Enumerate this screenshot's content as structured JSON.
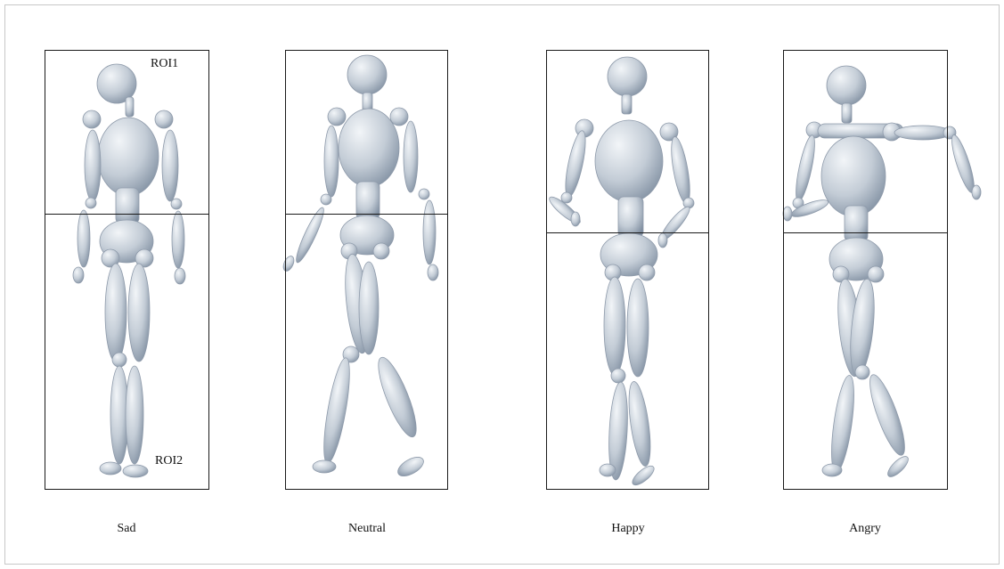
{
  "panels": [
    {
      "emotion": "Sad",
      "roi_top_label": "ROI1",
      "roi_bottom_label": "ROI2"
    },
    {
      "emotion": "Neutral"
    },
    {
      "emotion": "Happy"
    },
    {
      "emotion": "Angry"
    }
  ],
  "colors": {
    "figure": "#c3ccd6",
    "figure_dark": "#7f8ea0",
    "box": "#1a1a1a"
  }
}
